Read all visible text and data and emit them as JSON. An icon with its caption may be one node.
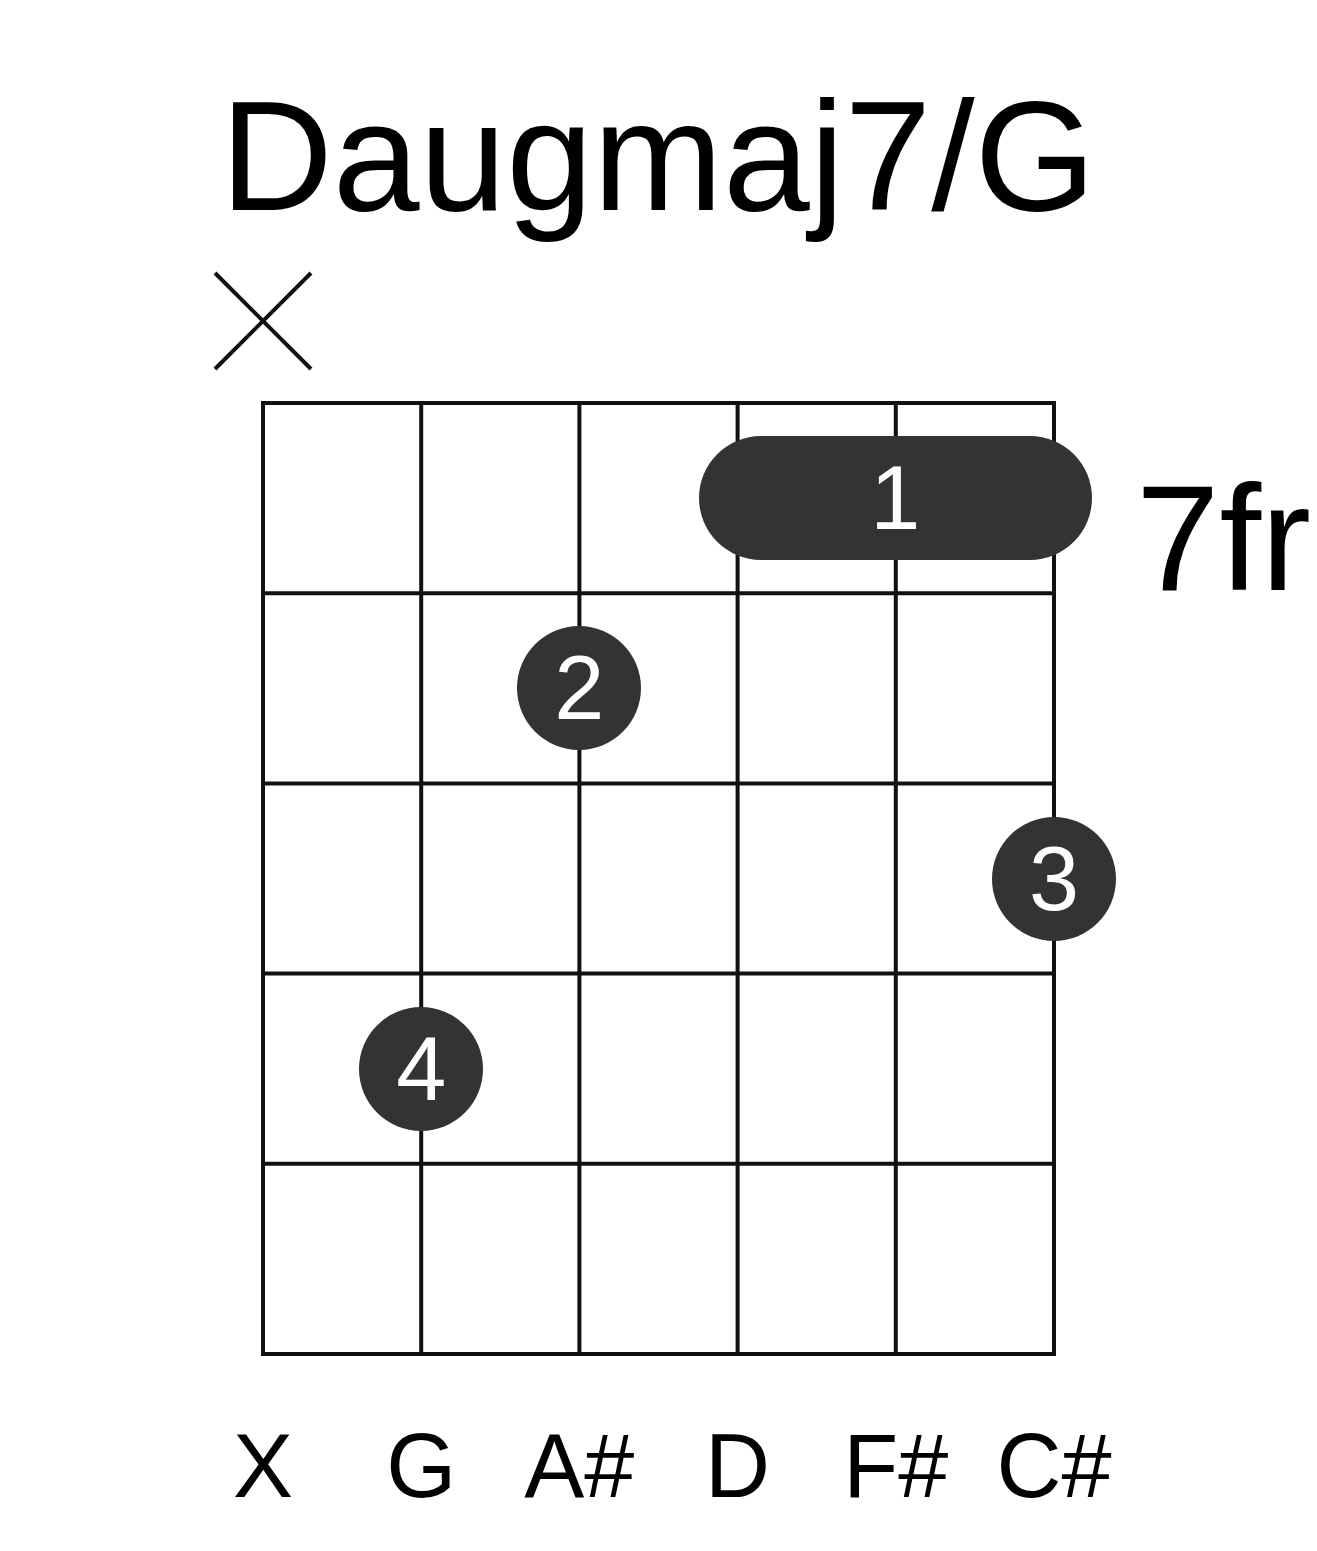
{
  "diagram": {
    "title": "Daugmaj7/G",
    "nodes": [
      {
        "text": [
          "1"
        ]
      },
      {
        "text": [
          "2"
        ]
      },
      {
        "text": [
          "3"
        ]
      },
      {
        "text": [
          "4"
        ]
      }
    ],
    "labels": [
      "7fr",
      "X",
      "G",
      "A#",
      "D",
      "F#",
      "C#"
    ]
  }
}
